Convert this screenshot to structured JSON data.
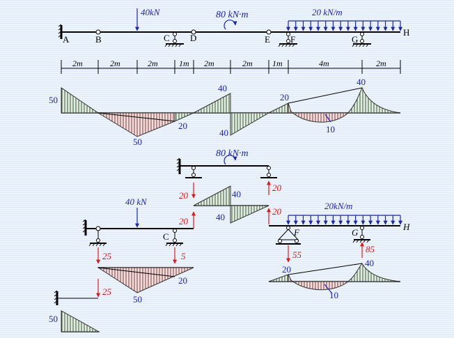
{
  "top": {
    "points": [
      "A",
      "B",
      "C",
      "D",
      "E",
      "F",
      "G",
      "H"
    ],
    "point_load": "40kN",
    "moment": "80 kN·m",
    "dist_load": "20 kN/m",
    "dims": [
      "2m",
      "2m",
      "2m",
      "1m",
      "2m",
      "2m",
      "1m",
      "4m",
      "2m"
    ]
  },
  "moment_diagram": {
    "v50_left": "50",
    "v40_up": "40",
    "v20_f": "20",
    "v40_g": "40",
    "v20_mid": "20",
    "v50_bot": "50",
    "v40_low": "40",
    "v10": "10"
  },
  "sub_de": {
    "moment": "80 kN·m",
    "r_left": "20",
    "r_right": "20",
    "v40a": "40",
    "v40b": "40"
  },
  "sub_bc": {
    "point_load": "40 kN",
    "r_top": "20",
    "r_b": "25",
    "r_c": "5",
    "v20": "20",
    "v50": "50",
    "lbl_c": "C"
  },
  "sub_eh": {
    "dist_load": "20kN/m",
    "r_top": "20",
    "r_f": "55",
    "r_g": "85",
    "lbl_f": "F",
    "lbl_g": "G",
    "lbl_h": "H",
    "v20": "20",
    "v40": "40",
    "v10": "10"
  },
  "sub_ab": {
    "r": "25",
    "v50": "50"
  },
  "colors": {
    "blue": "#1c23b8",
    "red": "#e01818",
    "hatch_green": "#5d8a5d",
    "hatch_pink": "#b07878"
  }
}
